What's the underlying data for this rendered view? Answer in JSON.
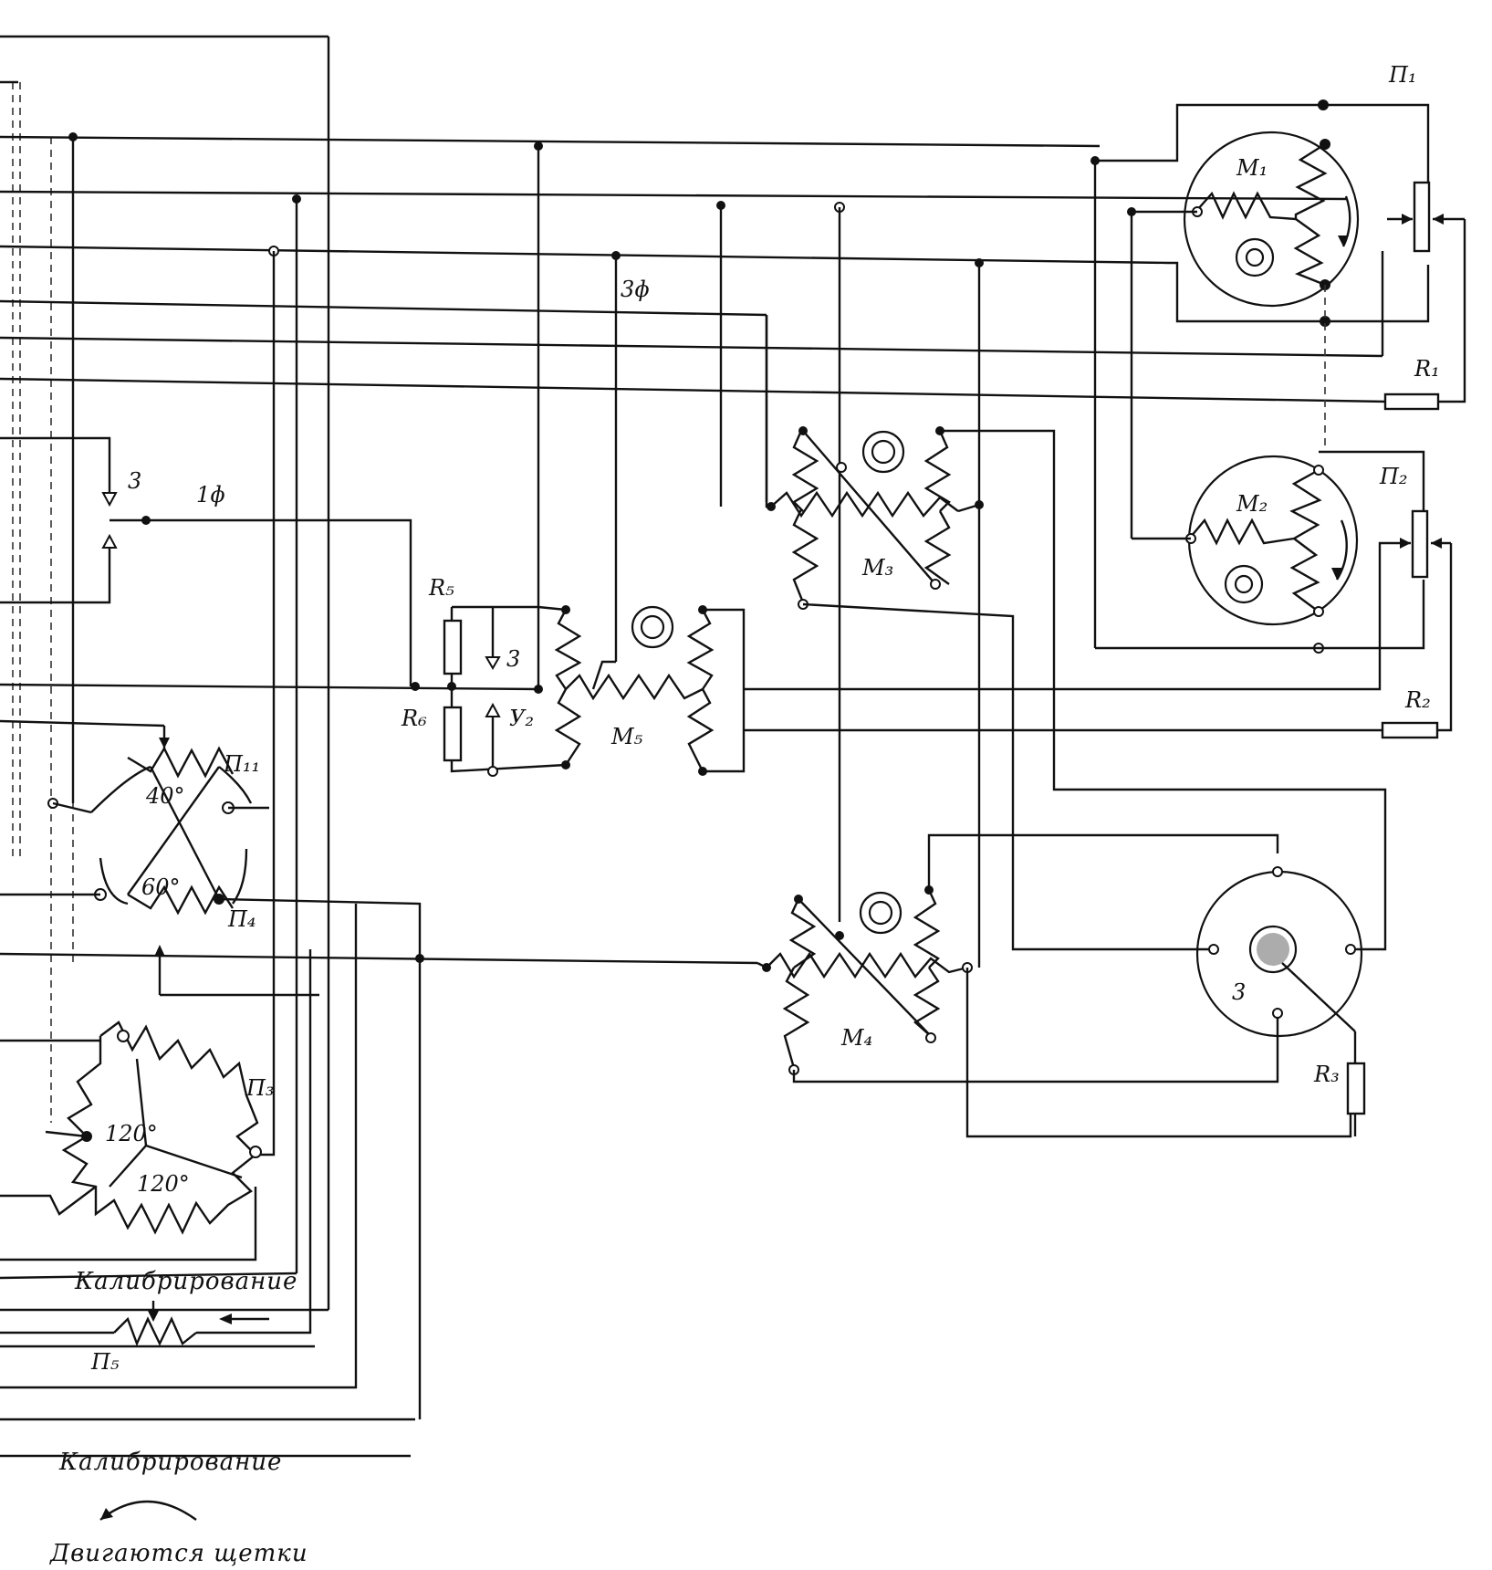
{
  "labels": {
    "M1": "M₁",
    "M2": "M₂",
    "M3": "M₃",
    "M4": "M₄",
    "M5": "M₅",
    "P1": "П₁",
    "P2": "П₂",
    "P3": "П₃",
    "P4": "П₄",
    "P5": "П₅",
    "P11": "П₁₁",
    "R1": "R₁",
    "R2": "R₂",
    "R3": "R₃",
    "R5": "R₅",
    "R6": "R₆",
    "U2": "У₂",
    "terminal_3": "3",
    "terminal_3f": "3ɸ",
    "terminal_1f": "1ɸ",
    "terminal_3_hand": "3",
    "angle_40": "40°",
    "angle_60": "60°",
    "angle_120a": "120°",
    "angle_120b": "120°",
    "disc_3": "3"
  },
  "captions": {
    "calibration_1": "Калибрирование",
    "calibration_2": "Калибрирование",
    "brushes_move": "Двигаются щетки"
  }
}
